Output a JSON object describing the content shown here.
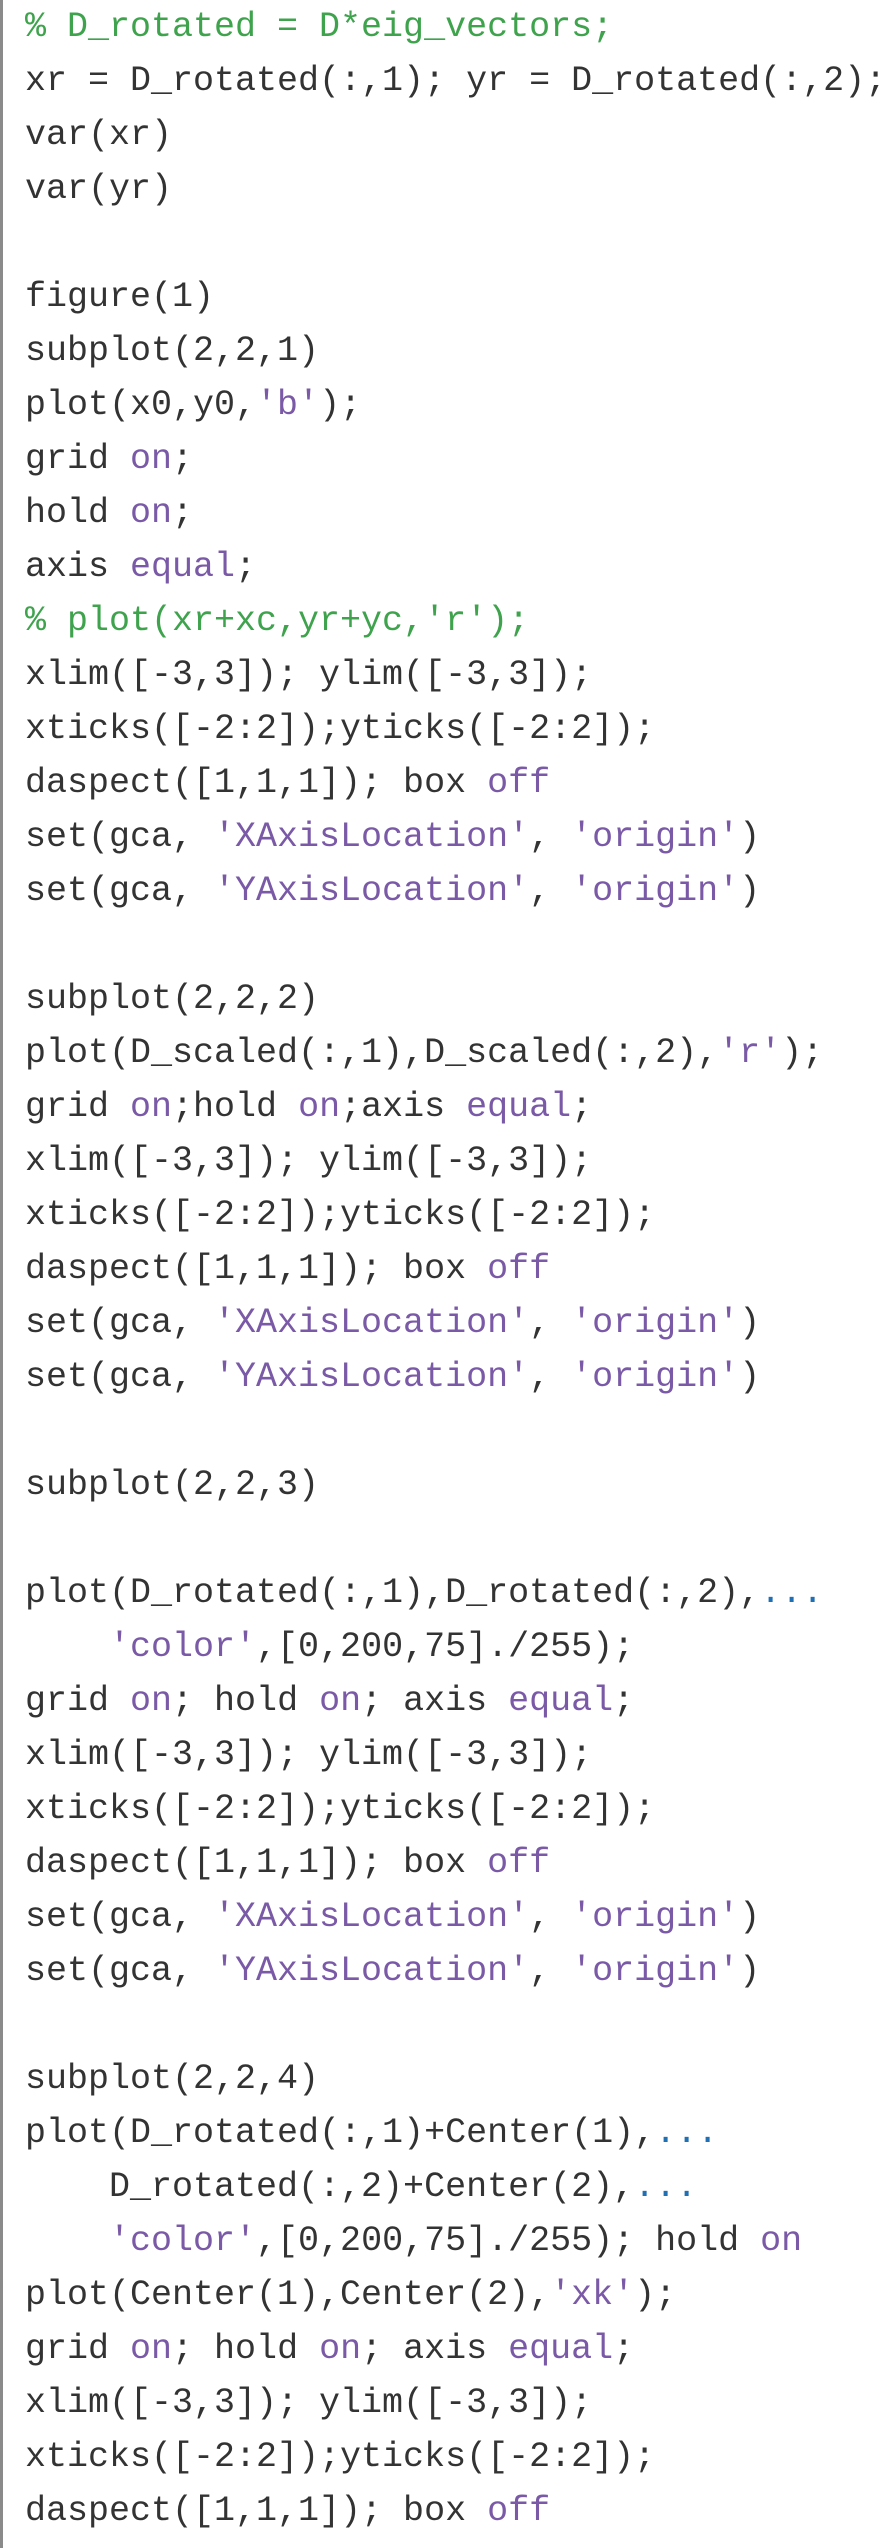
{
  "lines": [
    [
      {
        "t": "% D_rotated = D*eig_vectors;",
        "c": "c"
      }
    ],
    [
      {
        "t": "xr = D_rotated(:,1); yr = D_rotated(:,2);",
        "c": "n"
      }
    ],
    [
      {
        "t": "var(xr)",
        "c": "n"
      }
    ],
    [
      {
        "t": "var(yr)",
        "c": "n"
      }
    ],
    [],
    [
      {
        "t": "figure(1)",
        "c": "n"
      }
    ],
    [
      {
        "t": "subplot(2,2,1)",
        "c": "n"
      }
    ],
    [
      {
        "t": "plot(x0,y0,",
        "c": "n"
      },
      {
        "t": "'b'",
        "c": "s"
      },
      {
        "t": ");",
        "c": "n"
      }
    ],
    [
      {
        "t": "grid ",
        "c": "n"
      },
      {
        "t": "on",
        "c": "k"
      },
      {
        "t": ";",
        "c": "n"
      }
    ],
    [
      {
        "t": "hold ",
        "c": "n"
      },
      {
        "t": "on",
        "c": "k"
      },
      {
        "t": ";",
        "c": "n"
      }
    ],
    [
      {
        "t": "axis ",
        "c": "n"
      },
      {
        "t": "equal",
        "c": "k"
      },
      {
        "t": ";",
        "c": "n"
      }
    ],
    [
      {
        "t": "% plot(xr+xc,yr+yc,'r');",
        "c": "c"
      }
    ],
    [
      {
        "t": "xlim([-3,3]); ylim([-3,3]);",
        "c": "n"
      }
    ],
    [
      {
        "t": "xticks([-2:2]);yticks([-2:2]);",
        "c": "n"
      }
    ],
    [
      {
        "t": "daspect([1,1,1]); box ",
        "c": "n"
      },
      {
        "t": "off",
        "c": "k"
      }
    ],
    [
      {
        "t": "set(gca, ",
        "c": "n"
      },
      {
        "t": "'XAxisLocation'",
        "c": "s"
      },
      {
        "t": ", ",
        "c": "n"
      },
      {
        "t": "'origin'",
        "c": "s"
      },
      {
        "t": ")",
        "c": "n"
      }
    ],
    [
      {
        "t": "set(gca, ",
        "c": "n"
      },
      {
        "t": "'YAxisLocation'",
        "c": "s"
      },
      {
        "t": ", ",
        "c": "n"
      },
      {
        "t": "'origin'",
        "c": "s"
      },
      {
        "t": ")",
        "c": "n"
      }
    ],
    [],
    [
      {
        "t": "subplot(2,2,2)",
        "c": "n"
      }
    ],
    [
      {
        "t": "plot(D_scaled(:,1),D_scaled(:,2),",
        "c": "n"
      },
      {
        "t": "'r'",
        "c": "s"
      },
      {
        "t": ");",
        "c": "n"
      }
    ],
    [
      {
        "t": "grid ",
        "c": "n"
      },
      {
        "t": "on",
        "c": "k"
      },
      {
        "t": ";hold ",
        "c": "n"
      },
      {
        "t": "on",
        "c": "k"
      },
      {
        "t": ";axis ",
        "c": "n"
      },
      {
        "t": "equal",
        "c": "k"
      },
      {
        "t": ";",
        "c": "n"
      }
    ],
    [
      {
        "t": "xlim([-3,3]); ylim([-3,3]);",
        "c": "n"
      }
    ],
    [
      {
        "t": "xticks([-2:2]);yticks([-2:2]);",
        "c": "n"
      }
    ],
    [
      {
        "t": "daspect([1,1,1]); box ",
        "c": "n"
      },
      {
        "t": "off",
        "c": "k"
      }
    ],
    [
      {
        "t": "set(gca, ",
        "c": "n"
      },
      {
        "t": "'XAxisLocation'",
        "c": "s"
      },
      {
        "t": ", ",
        "c": "n"
      },
      {
        "t": "'origin'",
        "c": "s"
      },
      {
        "t": ")",
        "c": "n"
      }
    ],
    [
      {
        "t": "set(gca, ",
        "c": "n"
      },
      {
        "t": "'YAxisLocation'",
        "c": "s"
      },
      {
        "t": ", ",
        "c": "n"
      },
      {
        "t": "'origin'",
        "c": "s"
      },
      {
        "t": ")",
        "c": "n"
      }
    ],
    [],
    [
      {
        "t": "subplot(2,2,3)",
        "c": "n"
      }
    ],
    [],
    [
      {
        "t": "plot(D_rotated(:,1),D_rotated(:,2),",
        "c": "n"
      },
      {
        "t": "...",
        "c": "e"
      }
    ],
    [
      {
        "t": "    ",
        "c": "n"
      },
      {
        "t": "'color'",
        "c": "s"
      },
      {
        "t": ",[0,200,75]./255);",
        "c": "n"
      }
    ],
    [
      {
        "t": "grid ",
        "c": "n"
      },
      {
        "t": "on",
        "c": "k"
      },
      {
        "t": "; hold ",
        "c": "n"
      },
      {
        "t": "on",
        "c": "k"
      },
      {
        "t": "; axis ",
        "c": "n"
      },
      {
        "t": "equal",
        "c": "k"
      },
      {
        "t": ";",
        "c": "n"
      }
    ],
    [
      {
        "t": "xlim([-3,3]); ylim([-3,3]);",
        "c": "n"
      }
    ],
    [
      {
        "t": "xticks([-2:2]);yticks([-2:2]);",
        "c": "n"
      }
    ],
    [
      {
        "t": "daspect([1,1,1]); box ",
        "c": "n"
      },
      {
        "t": "off",
        "c": "k"
      }
    ],
    [
      {
        "t": "set(gca, ",
        "c": "n"
      },
      {
        "t": "'XAxisLocation'",
        "c": "s"
      },
      {
        "t": ", ",
        "c": "n"
      },
      {
        "t": "'origin'",
        "c": "s"
      },
      {
        "t": ")",
        "c": "n"
      }
    ],
    [
      {
        "t": "set(gca, ",
        "c": "n"
      },
      {
        "t": "'YAxisLocation'",
        "c": "s"
      },
      {
        "t": ", ",
        "c": "n"
      },
      {
        "t": "'origin'",
        "c": "s"
      },
      {
        "t": ")",
        "c": "n"
      }
    ],
    [],
    [
      {
        "t": "subplot(2,2,4)",
        "c": "n"
      }
    ],
    [
      {
        "t": "plot(D_rotated(:,1)+Center(1),",
        "c": "n"
      },
      {
        "t": "...",
        "c": "e"
      }
    ],
    [
      {
        "t": "    D_rotated(:,2)+Center(2),",
        "c": "n"
      },
      {
        "t": "...",
        "c": "e"
      }
    ],
    [
      {
        "t": "    ",
        "c": "n"
      },
      {
        "t": "'color'",
        "c": "s"
      },
      {
        "t": ",[0,200,75]./255); hold ",
        "c": "n"
      },
      {
        "t": "on",
        "c": "k"
      }
    ],
    [
      {
        "t": "plot(Center(1),Center(2),",
        "c": "n"
      },
      {
        "t": "'xk'",
        "c": "s"
      },
      {
        "t": ");",
        "c": "n"
      }
    ],
    [
      {
        "t": "grid ",
        "c": "n"
      },
      {
        "t": "on",
        "c": "k"
      },
      {
        "t": "; hold ",
        "c": "n"
      },
      {
        "t": "on",
        "c": "k"
      },
      {
        "t": "; axis ",
        "c": "n"
      },
      {
        "t": "equal",
        "c": "k"
      },
      {
        "t": ";",
        "c": "n"
      }
    ],
    [
      {
        "t": "xlim([-3,3]); ylim([-3,3]);",
        "c": "n"
      }
    ],
    [
      {
        "t": "xticks([-2:2]);yticks([-2:2]);",
        "c": "n"
      }
    ],
    [
      {
        "t": "daspect([1,1,1]); box ",
        "c": "n"
      },
      {
        "t": "off",
        "c": "k"
      }
    ]
  ]
}
